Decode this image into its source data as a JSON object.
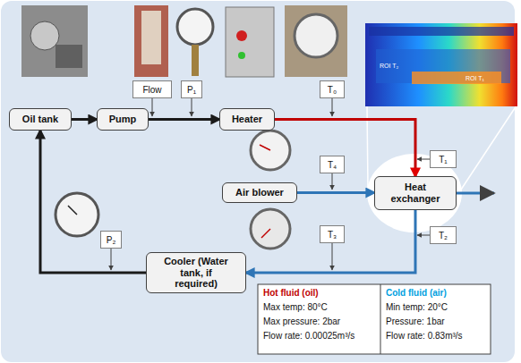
{
  "diagram": {
    "nodes": [
      {
        "text": [
          "Flow"
        ]
      },
      {
        "text": [
          "P₁"
        ]
      },
      {
        "text": [
          "T₀"
        ]
      },
      {
        "text": [
          "Oil tank"
        ]
      },
      {
        "text": [
          "Pump"
        ]
      },
      {
        "text": [
          "Heater"
        ]
      },
      {
        "text": [
          "T₁"
        ]
      },
      {
        "text": [
          "T₄"
        ]
      },
      {
        "text": [
          "Air blower"
        ]
      },
      {
        "text": [
          "Heat exchanger"
        ]
      },
      {
        "text": [
          "T₂"
        ]
      },
      {
        "text": [
          "T₃"
        ]
      },
      {
        "text": [
          "P₂"
        ]
      },
      {
        "text": [
          "Cooler (Water tank, if required)"
        ]
      }
    ],
    "edges": [
      {
        "from": 3,
        "to": 4,
        "arrow": "to"
      },
      {
        "from": 4,
        "to": 5,
        "arrow": "to"
      },
      {
        "from": 5,
        "to": 9,
        "arrow": "to"
      },
      {
        "from": 8,
        "to": 9,
        "arrow": "to"
      },
      {
        "from": 9,
        "to": 13,
        "arrow": "to"
      },
      {
        "from": 13,
        "to": 3,
        "arrow": "to"
      }
    ],
    "labels": [
      "ROI T₂",
      "ROI T₁",
      "Hot fluid (oil)",
      "Max temp: 80°C",
      "Max pressure: 2bar",
      "Flow rate: 0.00025m³/s",
      "Cold fluid (air)",
      "Min temp: 20°C",
      "Pressure: 1bar",
      "Flow rate: 0.83m³/s"
    ]
  }
}
